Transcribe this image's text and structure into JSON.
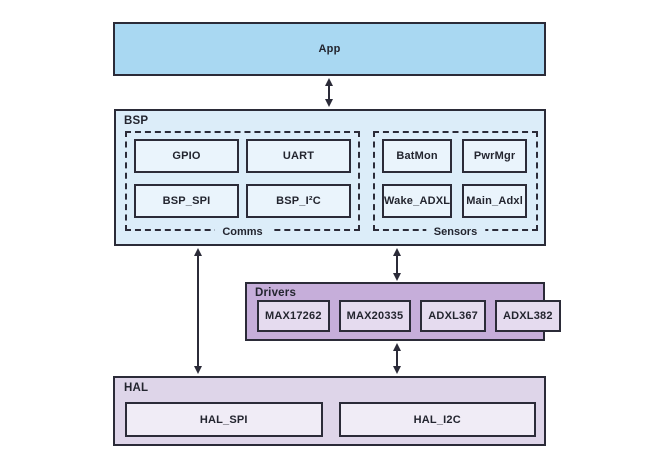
{
  "colors": {
    "app_fill": "#a9d8f2",
    "bsp_fill": "#dcedf9",
    "bsp_cell_fill": "#eaf4fc",
    "drivers_fill": "#c6aeda",
    "drivers_cell_fill": "#e5dbef",
    "hal_fill": "#ded5e9",
    "hal_cell_fill": "#f0ecf6",
    "border": "#2b2b38",
    "background": "#ffffff"
  },
  "layers": {
    "app": {
      "label": "App"
    },
    "bsp": {
      "label": "BSP",
      "groups": [
        {
          "label": "Comms",
          "boxes": [
            "GPIO",
            "UART",
            "BSP_SPI",
            "BSP_I²C"
          ]
        },
        {
          "label": "Sensors",
          "boxes": [
            "BatMon",
            "PwrMgr",
            "Wake_ADXL",
            "Main_Adxl"
          ]
        }
      ]
    },
    "drivers": {
      "label": "Drivers",
      "boxes": [
        "MAX17262",
        "MAX20335",
        "ADXL367",
        "ADXL382"
      ]
    },
    "hal": {
      "label": "HAL",
      "boxes": [
        "HAL_SPI",
        "HAL_I2C"
      ]
    }
  }
}
